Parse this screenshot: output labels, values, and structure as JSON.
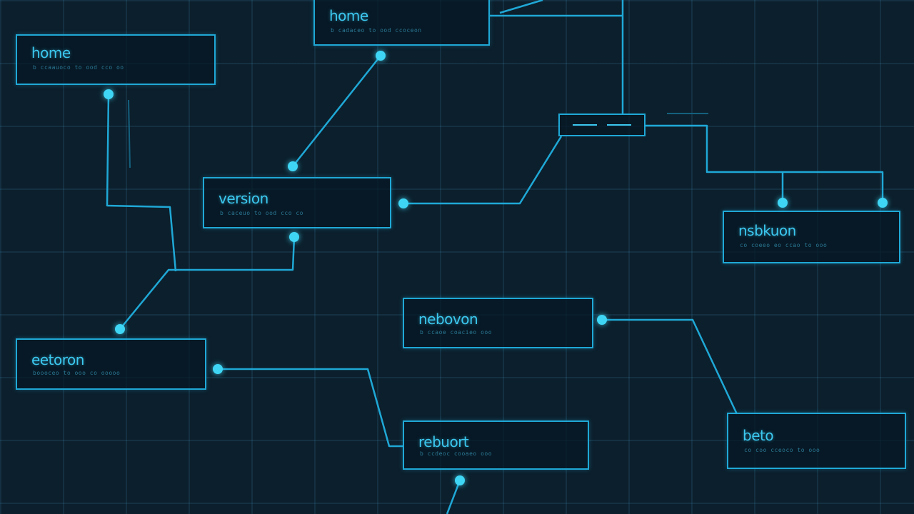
{
  "colors": {
    "background": "#0c1f2c",
    "line": "#1fa8d6",
    "accent": "#3fd6f5",
    "text": "#3cc8ef",
    "subtext": "#2a7894"
  },
  "nodes": [
    {
      "id": "home-top",
      "title": "home",
      "subtitle": "b cadaceo to ood ccoceon"
    },
    {
      "id": "home-left",
      "title": "home",
      "subtitle": "b ccaauoco to ood cco oo"
    },
    {
      "id": "version",
      "title": "version",
      "subtitle": "b caceuo to ood cco co"
    },
    {
      "id": "nsbkuon",
      "title": "nsbkuon",
      "subtitle": "co coeeo eo ccao to ooo"
    },
    {
      "id": "nebovon",
      "title": "nebovon",
      "subtitle": "b ccaoe coacieo ooo"
    },
    {
      "id": "eetoron",
      "title": "eetoron",
      "subtitle": "boooceo to ooo co ooooo"
    },
    {
      "id": "rebuort",
      "title": "rebuort",
      "subtitle": "b ccdeoc cooaeo ooo"
    },
    {
      "id": "beta",
      "title": "beto",
      "subtitle": "co coo cceoco to ooo"
    }
  ],
  "switch_icon": "switch-bar-icon"
}
